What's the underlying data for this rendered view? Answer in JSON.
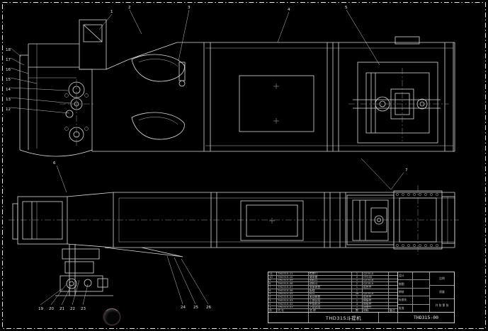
{
  "title_block": {
    "product_title": "THD315斗提机",
    "drawing_number": "THD315-00",
    "sign_labels": [
      "设计",
      "制图",
      "审核",
      "标准化",
      "批准"
    ],
    "info_labels": [
      "比例",
      "质量",
      "共 张 第 张"
    ]
  },
  "parts_table": {
    "headers": [
      "序",
      "代  号",
      "名  称",
      "数",
      "材料",
      "备注"
    ],
    "rows": [
      {
        "seq": "11",
        "code": "THD315-11",
        "name": "检修门",
        "qty": "1",
        "mat": "Q235-A",
        "rem": ""
      },
      {
        "seq": "10",
        "code": "THD315-10",
        "name": "轴承座",
        "qty": "2",
        "mat": "HT200",
        "rem": ""
      },
      {
        "seq": "9",
        "code": "THD315-09",
        "name": "卸料口",
        "qty": "1",
        "mat": "Q235-A",
        "rem": ""
      },
      {
        "seq": "8",
        "code": "THD315-08",
        "name": "进料斗",
        "qty": "1",
        "mat": "Q235-A",
        "rem": ""
      },
      {
        "seq": "7",
        "code": "THD315-07",
        "name": "张紧装置",
        "qty": "1",
        "mat": "组合件",
        "rem": ""
      },
      {
        "seq": "6",
        "code": "THD315-06",
        "name": "板链",
        "qty": "1",
        "mat": "",
        "rem": ""
      },
      {
        "seq": "5",
        "code": "THD315-05",
        "name": "料斗",
        "qty": "38",
        "mat": "Q235-A",
        "rem": ""
      },
      {
        "seq": "4",
        "code": "THD315-04",
        "name": "驱动装置",
        "qty": "1",
        "mat": "组合件",
        "rem": ""
      },
      {
        "seq": "3",
        "code": "THD315-03",
        "name": "上部区段",
        "qty": "1",
        "mat": "焊接件",
        "rem": ""
      },
      {
        "seq": "2",
        "code": "THD315-02",
        "name": "中部机壳",
        "qty": "4",
        "mat": "焊接件",
        "rem": ""
      },
      {
        "seq": "1",
        "code": "THD315-01",
        "name": "下部区段",
        "qty": "1",
        "mat": "焊接件",
        "rem": ""
      }
    ]
  },
  "callouts": {
    "top": [
      "1",
      "2",
      "3",
      "4",
      "5"
    ],
    "left": [
      "18",
      "17",
      "16",
      "15",
      "14",
      "13",
      "12"
    ],
    "elevation_misc": [
      "6"
    ],
    "plan_right": [
      "7"
    ],
    "bottom_left": [
      "19",
      "20",
      "21",
      "22",
      "23"
    ],
    "bottom_mid": [
      "24",
      "25",
      "26"
    ]
  },
  "colors": {
    "background": "#000000",
    "line": "#d9d9d9",
    "centerline": "#9a9a9a"
  }
}
